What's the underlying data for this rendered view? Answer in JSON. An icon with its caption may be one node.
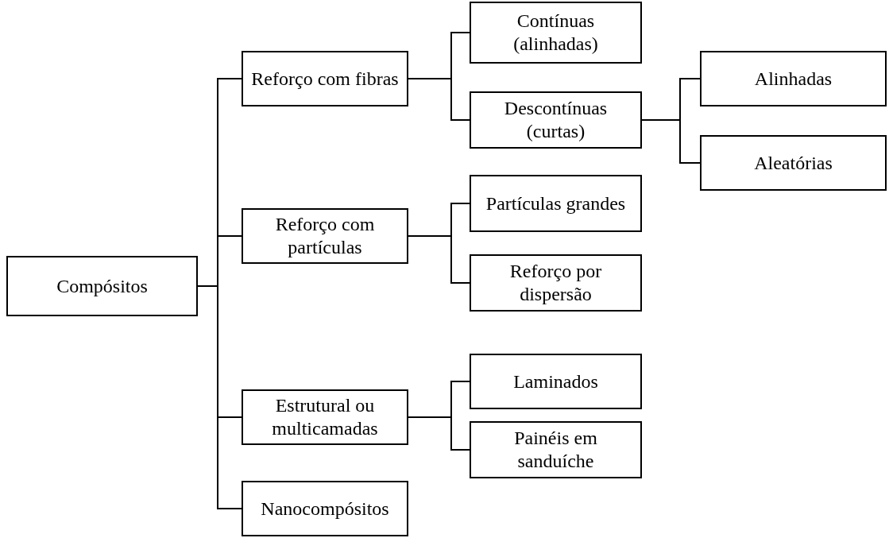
{
  "diagram": {
    "nodes": [
      {
        "text": [
          "Compósitos"
        ]
      },
      {
        "text": [
          "Reforço com fibras"
        ]
      },
      {
        "text": [
          "Contínuas (alinhadas)"
        ]
      },
      {
        "text": [
          "Descontínuas (curtas)"
        ]
      },
      {
        "text": [
          "Alinhadas"
        ]
      },
      {
        "text": [
          "Aleatórias"
        ]
      },
      {
        "text": [
          "Reforço com partículas"
        ]
      },
      {
        "text": [
          "Partículas grandes"
        ]
      },
      {
        "text": [
          "Reforço por dispersão"
        ]
      },
      {
        "text": [
          "Estrutural ou multicamadas"
        ]
      },
      {
        "text": [
          "Laminados"
        ]
      },
      {
        "text": [
          "Painéis em sanduíche"
        ]
      },
      {
        "text": [
          "Nanocompósitos"
        ]
      }
    ],
    "edges": [
      {
        "from": 0,
        "to": 1,
        "arrow": "none"
      },
      {
        "from": 0,
        "to": 6,
        "arrow": "none"
      },
      {
        "from": 0,
        "to": 9,
        "arrow": "none"
      },
      {
        "from": 0,
        "to": 12,
        "arrow": "none"
      },
      {
        "from": 1,
        "to": 2,
        "arrow": "none"
      },
      {
        "from": 1,
        "to": 3,
        "arrow": "none"
      },
      {
        "from": 3,
        "to": 4,
        "arrow": "none"
      },
      {
        "from": 3,
        "to": 5,
        "arrow": "none"
      },
      {
        "from": 6,
        "to": 7,
        "arrow": "none"
      },
      {
        "from": 6,
        "to": 8,
        "arrow": "none"
      },
      {
        "from": 9,
        "to": 10,
        "arrow": "none"
      },
      {
        "from": 9,
        "to": 11,
        "arrow": "none"
      }
    ]
  }
}
